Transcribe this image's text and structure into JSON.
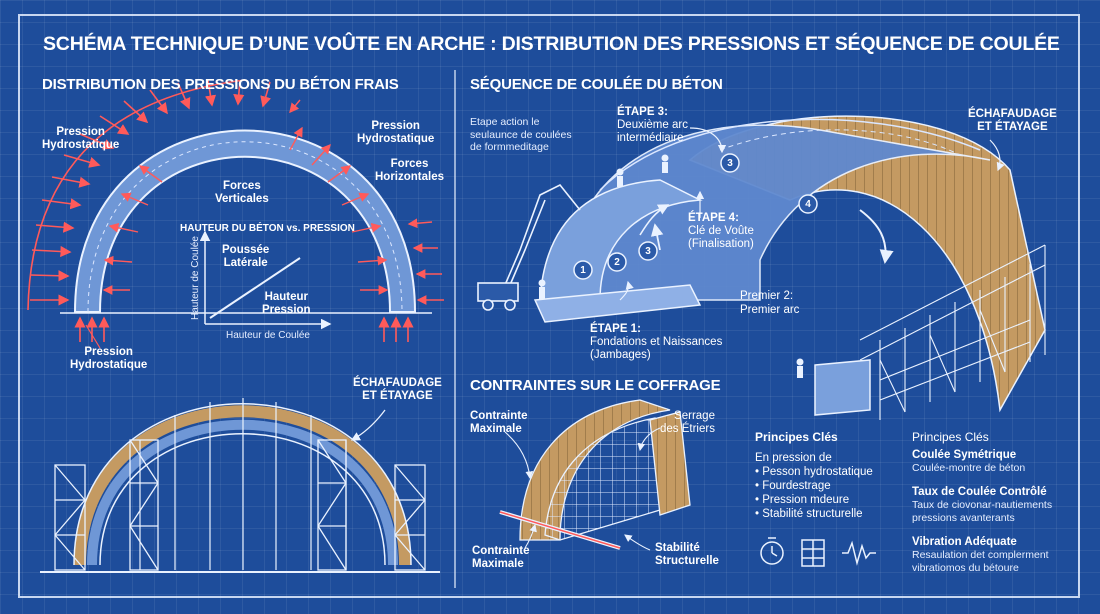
{
  "title": "SCHÉMA TECHNIQUE D’UNE VOÛTE EN ARCHE : DISTRIBUTION DES PRESSIONS ET SÉQUENCE DE COULÉE",
  "left_panel": {
    "heading": "DISTRIBUTION DES PRESSIONS DU BÉTON FRAIS",
    "pression_top": "Pression\nHydrostatique",
    "pression_right": "Pression\nHydrostatique",
    "forces_horizontales": "Forces\nHorizontales",
    "forces_verticales": "Forces\nVerticales",
    "graph_title": "HAUTEUR DU BÉTON vs. PRESSION",
    "poussee": "Poussée\nLatérale",
    "hauteur_pression": "Hauteur\nPression",
    "y_axis": "Hauteur de Coulée",
    "x_axis": "Hauteur de Coulée",
    "pression_bottom": "Pression\nHydrostatique",
    "echafaudage": "ÉCHAFAUDAGE\nET ÉTAYAGE"
  },
  "right_panel": {
    "heading": "SÉQUENCE DE COULÉE DU BÉTON",
    "intro": "Etape action le\nseulaunce de coulées\nde formmeditage",
    "etape3": "ÉTAPE 3:",
    "etape3_desc": "Deuxième arc\nintermédiaire",
    "etape4": "ÉTAPE 4:",
    "etape4_desc": "Clé de Voûte\n(Finalisation)",
    "etape1": "ÉTAPE 1:",
    "etape1_desc": "Fondations et Naissances\n(Jambages)",
    "premier2": "Premier 2:",
    "premier_arc": "Premier arc",
    "echafaudage": "ÉCHAFAUDAGE\nET ÉTAYAGE",
    "step_numbers": [
      "1",
      "2",
      "3",
      "3",
      "4"
    ]
  },
  "coffrage": {
    "heading": "CONTRAINTES SUR LE COFFRAGE",
    "contrainte_top": "Contrainte\nMaximale",
    "serrage": "Serrage\ndes Étriers",
    "contrainte_bottom": "Contrainte\nMaximale",
    "stabilite": "Stabilité\nStructurelle"
  },
  "principes1": {
    "heading": "Principes Clés",
    "intro": "En pression de",
    "items": [
      "• Pesson hydrostatique",
      "• Fourdestrage",
      "• Pression mdeure",
      "• Stabilité structurelle"
    ]
  },
  "principes2": {
    "heading": "Principes Clés",
    "items": [
      {
        "title": "Coulée Symétrique",
        "desc": "Coulée-montre de béton"
      },
      {
        "title": "Taux de Coulée Contrôlé",
        "desc": "Taux de ciovonar-nautiements\npressions avanterants"
      },
      {
        "title": "Vibration Adéquate",
        "desc": "Resaulation det complerment\nvibratiomos du bétoure"
      }
    ]
  },
  "icons": [
    "stopwatch-icon",
    "scaffold-icon",
    "vibration-wave-icon"
  ],
  "colors": {
    "background": "#1e4d9b",
    "pressure_arrow": "#ff5a5a",
    "timber": "#c9a06a",
    "line": "#eaf2ff"
  }
}
